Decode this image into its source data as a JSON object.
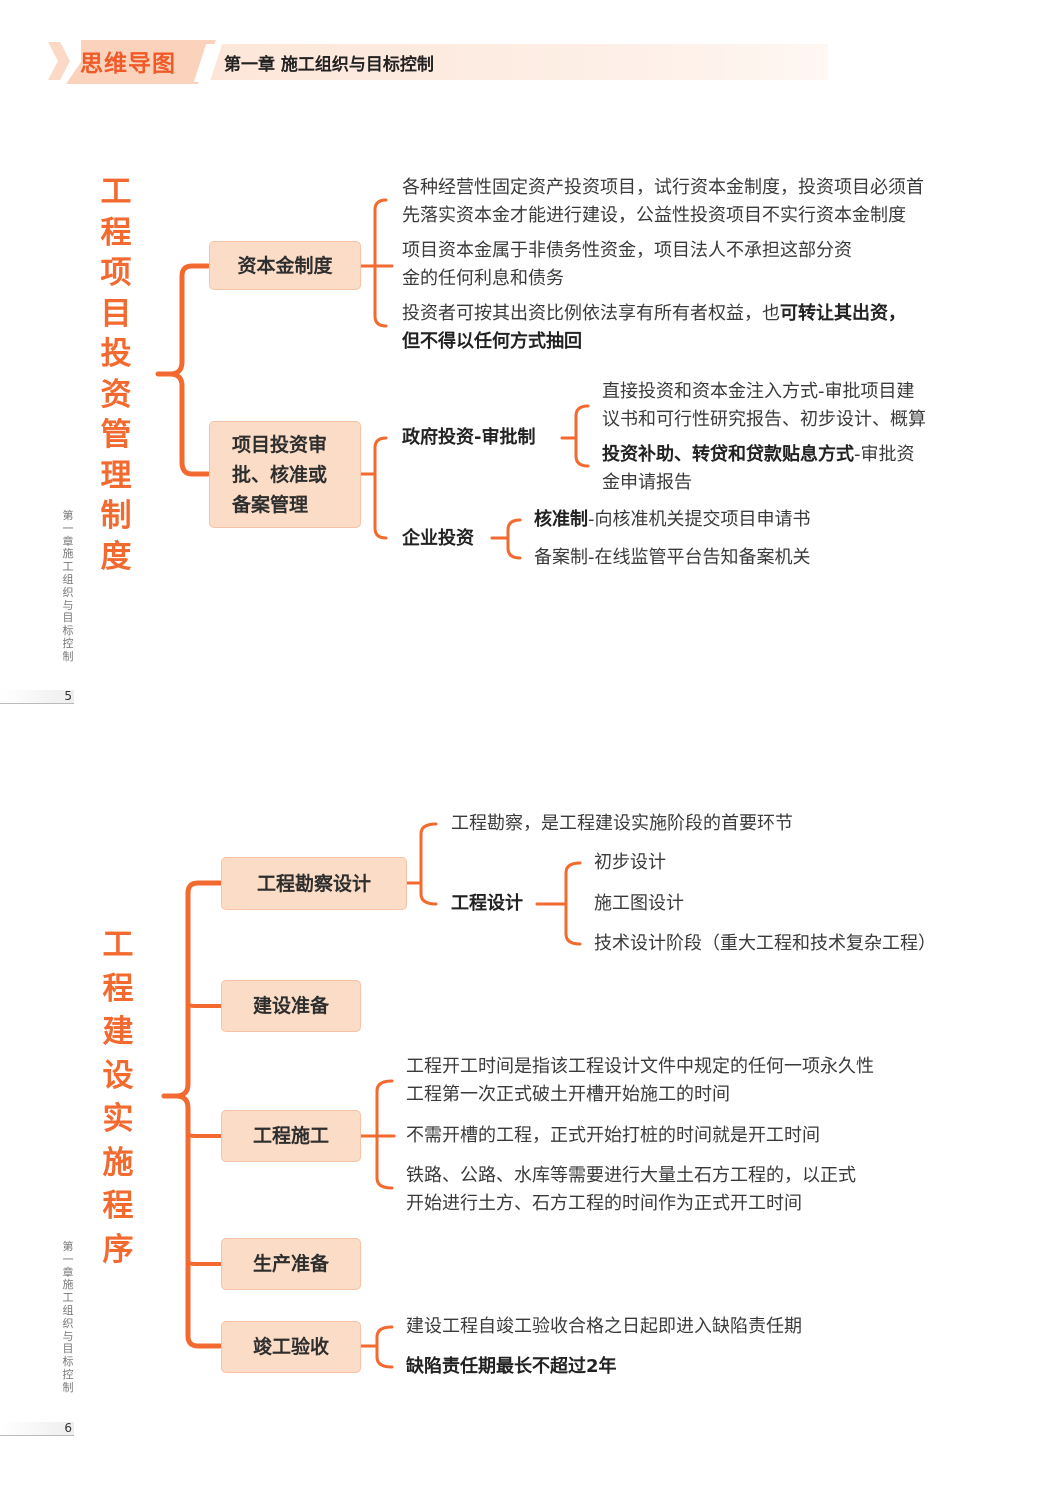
{
  "header": {
    "tag": "思维导图",
    "chapter_title": "第一章 施工组织与目标控制"
  },
  "colors": {
    "accent": "#f26a2f",
    "node_fill": "#fadcc7",
    "node_border": "#f6c3a6",
    "banner_fill": "#fde6d8",
    "text": "#333333"
  },
  "pages": [
    {
      "page_number": "5",
      "side_label": "第一章施工组织与目标控制",
      "root": "工程项目投资管理制度",
      "branches": [
        {
          "label": "资本金制度",
          "items": [
            {
              "line1": "各种经营性固定资产投资项目，试行资本金制度，投资项目必须首",
              "line2": "先落实资本金才能进行建设，公益性投资项目不实行资本金制度"
            },
            {
              "line1": "项目资本金属于非债务性资金，项目法人不承担这部分资",
              "line2": "金的任何利息和债务"
            },
            {
              "line1_normal": "投资者可按其出资比例依法享有所有者权益，也",
              "line1_bold": "可转让其出资，",
              "line2_bold": "但不得以任何方式抽回"
            }
          ]
        },
        {
          "label": "项目投资审批、核准或备案管理",
          "label_lines": [
            "项目投资审",
            "批、核准或",
            "备案管理"
          ],
          "sub_branches": [
            {
              "label": "政府投资-审批制",
              "items": [
                {
                  "line1": "直接投资和资本金注入方式-审批项目建",
                  "line2": "议书和可行性研究报告、初步设计、概算"
                },
                {
                  "line1_bold": "投资补助、转贷和贷款贴息方式",
                  "line1_normal": "-审批资",
                  "line2": "金申请报告"
                }
              ]
            },
            {
              "label": "企业投资",
              "items": [
                {
                  "bold": "核准制",
                  "normal": "-向核准机关提交项目申请书"
                },
                {
                  "normal": "备案制-在线监管平台告知备案机关"
                }
              ]
            }
          ]
        }
      ]
    },
    {
      "page_number": "6",
      "side_label": "第一章施工组织与目标控制",
      "root": "工程建设实施程序",
      "branches": [
        {
          "label": "工程勘察设计",
          "items": [
            {
              "text": "工程勘察，是工程建设实施阶段的首要环节"
            }
          ],
          "sub_branch": {
            "label": "工程设计",
            "items": [
              "初步设计",
              "施工图设计",
              "技术设计阶段（重大工程和技术复杂工程）"
            ]
          }
        },
        {
          "label": "建设准备"
        },
        {
          "label": "工程施工",
          "items": [
            {
              "line1": "工程开工时间是指该工程设计文件中规定的任何一项永久性",
              "line2": "工程第一次正式破土开槽开始施工的时间"
            },
            {
              "line1": "不需开槽的工程，正式开始打桩的时间就是开工时间"
            },
            {
              "line1": "铁路、公路、水库等需要进行大量土石方工程的，以正式",
              "line2": "开始进行土方、石方工程的时间作为正式开工时间"
            }
          ]
        },
        {
          "label": "生产准备"
        },
        {
          "label": "竣工验收",
          "items": [
            {
              "text": "建设工程自竣工验收合格之日起即进入缺陷责任期"
            },
            {
              "bold": "缺陷责任期最长不超过2年"
            }
          ]
        }
      ]
    }
  ]
}
